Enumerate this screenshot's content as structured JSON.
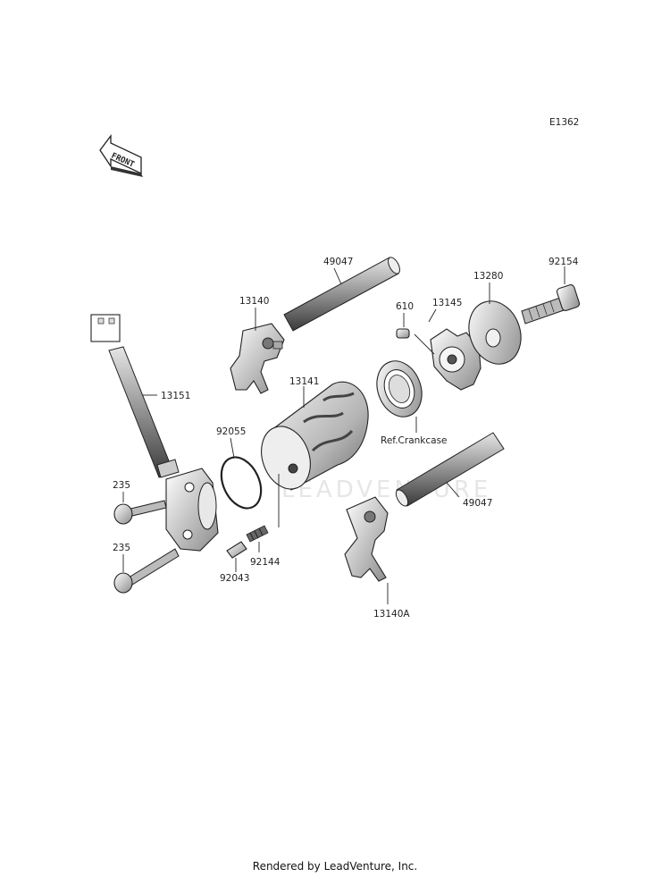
{
  "diagram_id": "E1362",
  "front_label": "FRONT",
  "watermark": "LEADVENTURE",
  "footer": "Rendered by LeadVenture, Inc.",
  "parts": {
    "p49047_top": "49047",
    "p13140": "13140",
    "p610": "610",
    "p13145": "13145",
    "p13280": "13280",
    "p92154": "92154",
    "p13151": "13151",
    "p13141": "13141",
    "ref_crankcase": "Ref.Crankcase",
    "p92055": "92055",
    "p235_a": "235",
    "p235_b": "235",
    "p49047_bottom": "49047",
    "p92144": "92144",
    "p92043": "92043",
    "p13140A": "13140A"
  }
}
